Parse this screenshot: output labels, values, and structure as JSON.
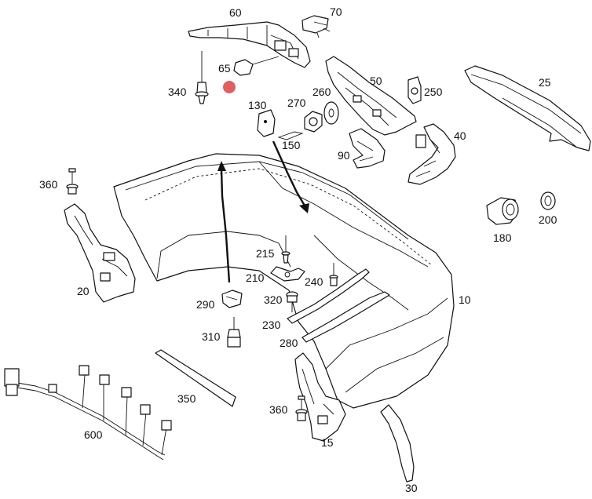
{
  "labels": {
    "p10": "10",
    "p15": "15",
    "p20": "20",
    "p25": "25",
    "p30": "30",
    "p40": "40",
    "p50": "50",
    "p60": "60",
    "p65": "65",
    "p70": "70",
    "p90": "90",
    "p130": "130",
    "p150": "150",
    "p180": "180",
    "p200": "200",
    "p210": "210",
    "p215": "215",
    "p230": "230",
    "p240": "240",
    "p250": "250",
    "p260": "260",
    "p270": "270",
    "p280": "280",
    "p290": "290",
    "p310": "310",
    "p320": "320",
    "p340": "340",
    "p350": "350",
    "p360a": "360",
    "p360b": "360",
    "p600": "600"
  },
  "colors": {
    "line": "#111111",
    "marker": "#e06060"
  }
}
